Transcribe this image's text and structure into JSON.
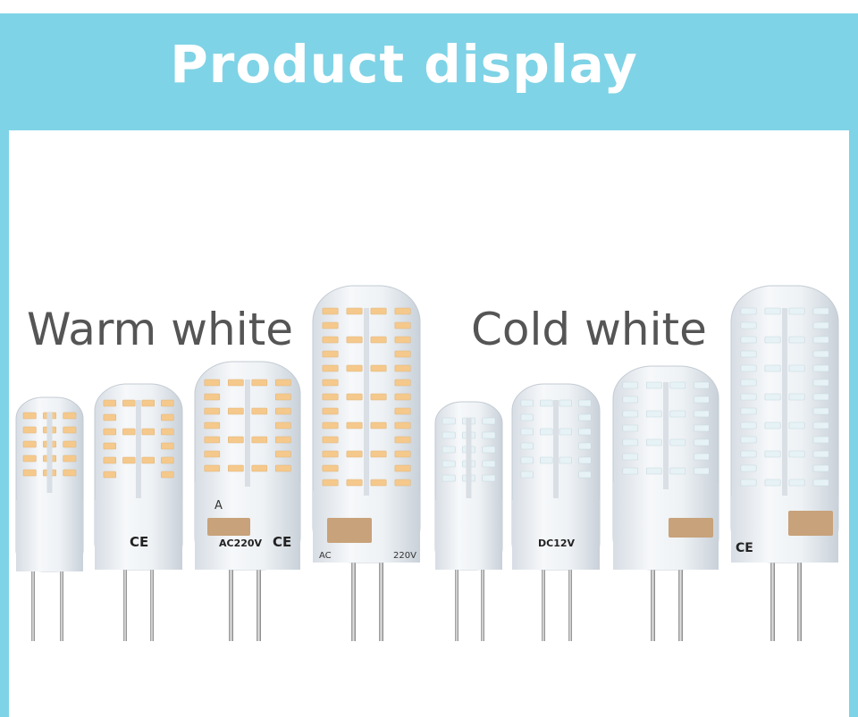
{
  "title": "Product display",
  "labels": {
    "warm": "Warm white",
    "cold": "Cold white"
  },
  "colors": {
    "banner": "#7fd3e6",
    "warm_led": "#f5c98c",
    "cold_led": "#e6f2f6",
    "pcb_text": "#222222"
  },
  "bulb_markings": {
    "ac220v_small": "AC220V",
    "ac_large": "AC",
    "v220": "220V",
    "dc12v": "DC12V",
    "ce": "CE",
    "a": "A"
  }
}
